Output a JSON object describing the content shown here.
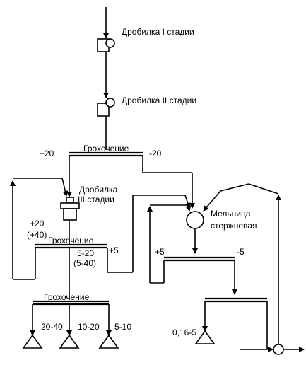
{
  "labels": {
    "crusher1": "Дробилка I стадии",
    "crusher2": "Дробилка II стадии",
    "screening1": "Грохочение",
    "plus20": "+20",
    "minus20": "-20",
    "crusher3_line1": "Дробилка",
    "crusher3_line2": "III стадии",
    "mill_line1": "Мельница",
    "mill_line2": "стержневая",
    "plus20b": "+20",
    "plus40": "(+40)",
    "screening2": "Грохочение",
    "size_5_20": "5-20",
    "size_5_40": "(5-40)",
    "plus5a": "+5",
    "plus5b": "+5",
    "minus5": "-5",
    "screening3": "Грохочение",
    "prod_20_40": "20-40",
    "prod_10_20": "10-20",
    "prod_5_10": "5-10",
    "prod_016_5": "0,16-5"
  },
  "colors": {
    "line": "#000000",
    "background": "#ffffff"
  }
}
